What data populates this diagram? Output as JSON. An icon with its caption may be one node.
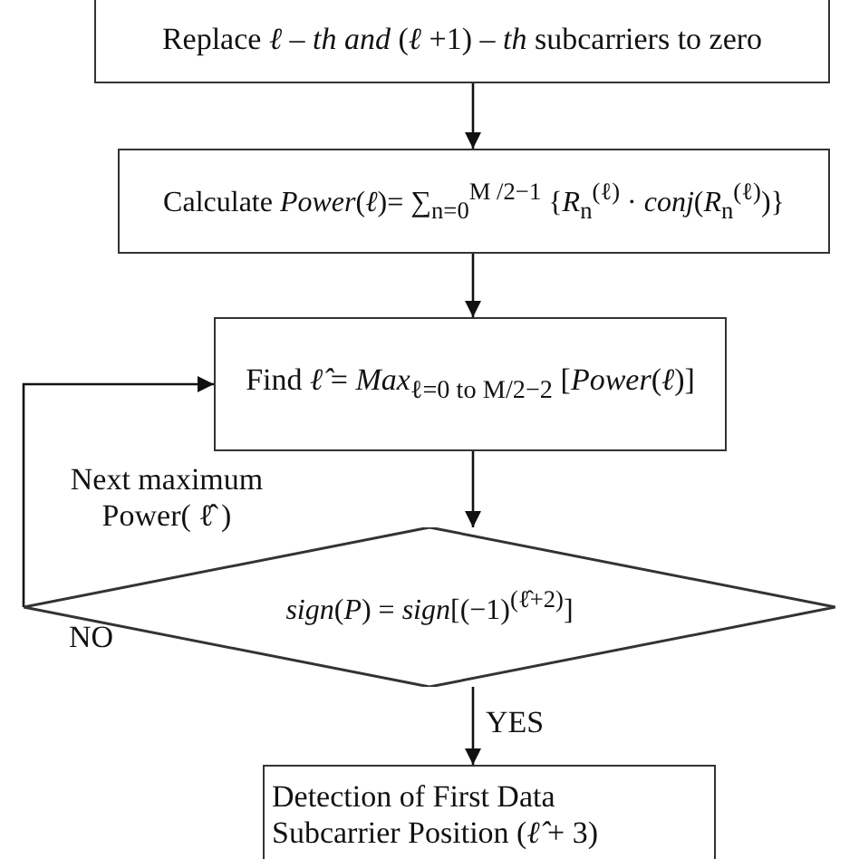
{
  "diagram": {
    "nodes": [
      {
        "text": [
          "Replace *ℓ – th and* (*ℓ* +1) – *th* subcarriers to zero"
        ]
      },
      {
        "text": [
          "Calculate *Power*(*ℓ*)= ∑$_{n=0}$$^{M /2−1}$ {*R*$_{n}$$^{(ℓ)}$ · *conj*(*R*$_{n}$$^{(ℓ)}$)}"
        ]
      },
      {
        "text": [
          "Find *ℓ̂* = *Max*$_{ℓ=0 to M/2−2}$ [*Power*(*ℓ*)]"
        ]
      },
      {
        "text": [
          "*sign*(*P*) = *sign*[(−1)$^{(ℓ̂+2)}$]"
        ]
      },
      {
        "text": [
          "Detection of First Data Subcarrier Position (*ℓ̂* + 3)"
        ]
      }
    ],
    "edges": [
      {
        "from": 0,
        "to": 1,
        "arrow": "to"
      },
      {
        "from": 1,
        "to": 2,
        "arrow": "to"
      },
      {
        "from": 2,
        "to": 3,
        "arrow": "to"
      },
      {
        "from": 3,
        "to": 4,
        "arrow": "to",
        "label": "YES"
      },
      {
        "from": 3,
        "to": 2,
        "arrow": "to",
        "label": "NO"
      }
    ],
    "labels": [
      "Next maximum Power( ℓ̂ )"
    ]
  }
}
